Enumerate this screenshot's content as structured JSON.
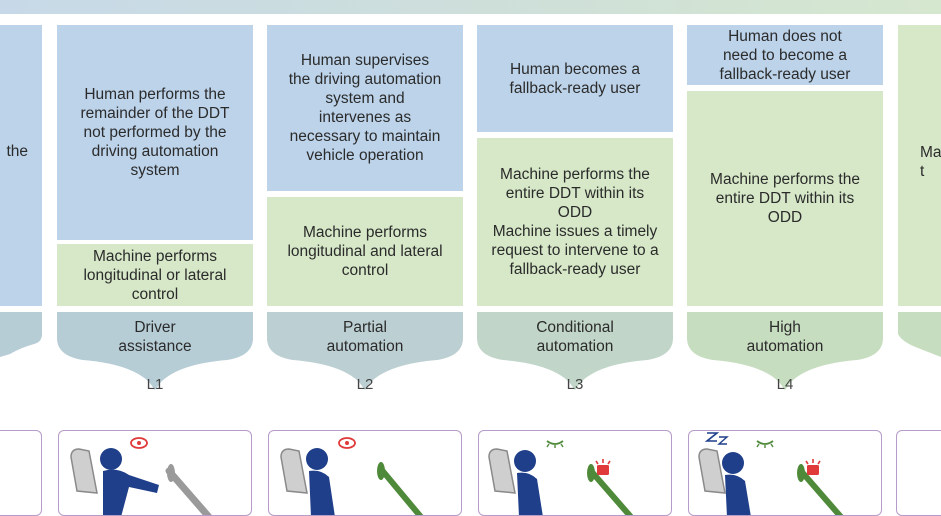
{
  "left_edge": {
    "text": "the"
  },
  "right_edge": {
    "lines": [
      "Ma",
      "t"
    ]
  },
  "columns": [
    {
      "level": "L1",
      "tab_lines": [
        "Driver",
        "assistance"
      ],
      "human_lines": [
        "Human performs the",
        "remainder of the DDT",
        "not performed by the",
        "driving automation",
        "system"
      ],
      "machine_lines": [
        "Machine performs",
        "longitudinal or lateral",
        "control"
      ]
    },
    {
      "level": "L2",
      "tab_lines": [
        "Partial",
        "automation"
      ],
      "human_lines": [
        "Human supervises",
        "the driving automation",
        "system and",
        "intervenes as",
        "necessary to maintain",
        "vehicle operation"
      ],
      "machine_lines": [
        "Machine performs",
        "longitudinal and lateral",
        "control"
      ]
    },
    {
      "level": "L3",
      "tab_lines": [
        "Conditional",
        "automation"
      ],
      "human_lines": [
        "Human becomes a",
        "fallback-ready user"
      ],
      "machine_lines": [
        "Machine performs the",
        "entire DDT within its",
        "ODD",
        "Machine issues a timely",
        "request to intervene to a",
        "fallback-ready user"
      ]
    },
    {
      "level": "L4",
      "tab_lines": [
        "High",
        "automation"
      ],
      "human_lines": [
        "Human does not",
        "need to become a",
        "fallback-ready user"
      ],
      "machine_lines": [
        "Machine performs the",
        "entire DDT within its",
        "ODD"
      ]
    }
  ],
  "icons": [
    "eye-open-icon",
    "eye-open-icon",
    "eye-closed-icon",
    "sleeping-icon"
  ],
  "colors": {
    "human_box": "#bcd3ea",
    "machine_box": "#d6e8c8",
    "tab_blue": "#b6cdd6",
    "tab_green": "#c7ddc0",
    "icon_border": "#b79bc9",
    "figure_blue": "#1f3f8a",
    "wheel_green": "#4f8a3a",
    "alert_red": "#e03a3a"
  }
}
